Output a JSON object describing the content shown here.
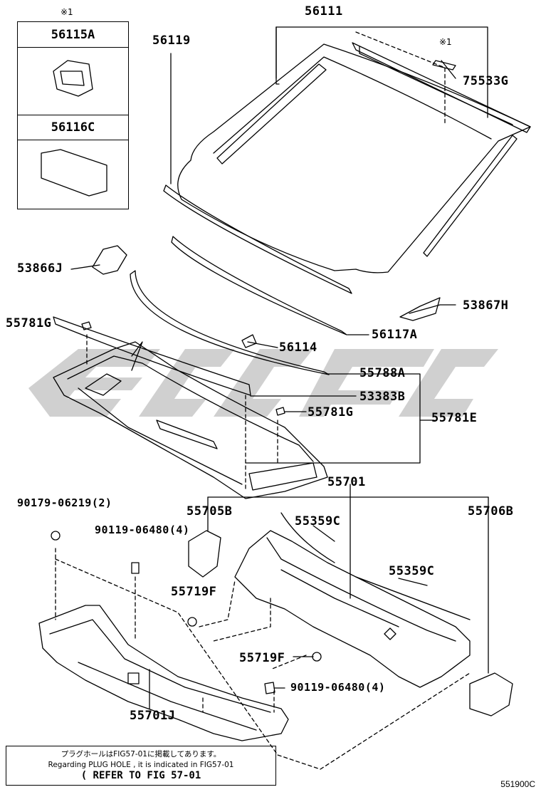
{
  "watermark": "eEEOC",
  "inset": {
    "mark": "※1",
    "part_a": "56115A",
    "part_b": "56116C"
  },
  "labels": {
    "p56111": "56111",
    "p56119": "56119",
    "mark1": "※1",
    "p75533G": "75533G",
    "p53866J": "53866J",
    "p53867H": "53867H",
    "p55781G_a": "55781G",
    "p56117A": "56117A",
    "p56114": "56114",
    "p55788A": "55788A",
    "p53383B": "53383B",
    "p55781G_b": "55781G",
    "p55781E": "55781E",
    "p55701": "55701",
    "p90179": "90179-06219(2)",
    "p55705B": "55705B",
    "p55359C_a": "55359C",
    "p55706B": "55706B",
    "p90119_a": "90119-06480(4)",
    "p55359C_b": "55359C",
    "p55719F_a": "55719F",
    "p55719F_b": "55719F",
    "p90119_b": "90119-06480(4)",
    "p55701J": "55701J"
  },
  "note": {
    "line1": "プラグホールはFIG57-01に掲載してあります。",
    "line2": "Regarding PLUG HOLE , it is indicated in FIG57-01",
    "line3": "( REFER TO FIG 57-01"
  },
  "figure_code": "551900C"
}
